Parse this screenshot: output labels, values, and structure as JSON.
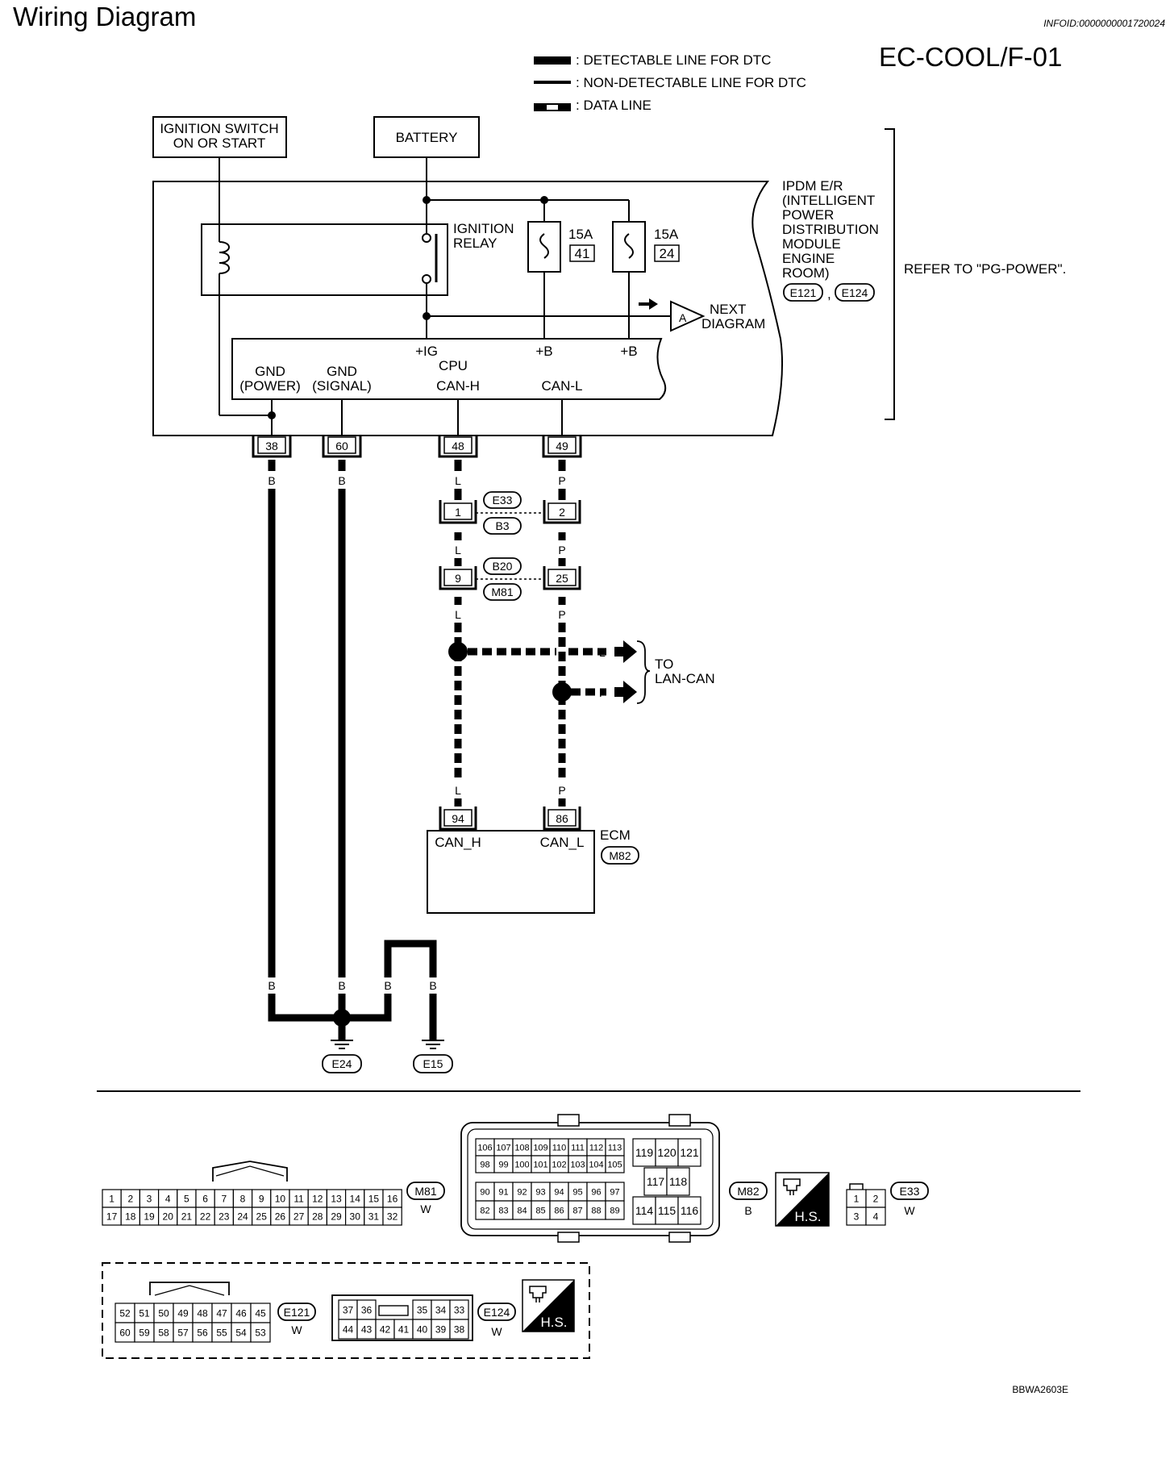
{
  "page": {
    "title": "Wiring Diagram",
    "info_id": "INFOID:0000000001720024",
    "diagram_code": "EC-COOL/F-01",
    "figure_code": "BBWA2603E"
  },
  "legend": [
    {
      "style": "thick",
      "label": ": DETECTABLE LINE FOR DTC"
    },
    {
      "style": "thin",
      "label": ": NON-DETECTABLE LINE FOR DTC"
    },
    {
      "style": "data",
      "label": ": DATA LINE"
    }
  ],
  "power": {
    "ignition_switch": [
      "IGNITION SWITCH",
      "ON OR START"
    ],
    "battery": "BATTERY"
  },
  "ipdm": {
    "name_lines": [
      "IPDM E/R",
      "(INTELLIGENT",
      "POWER",
      "DISTRIBUTION",
      "MODULE",
      "ENGINE",
      "ROOM)"
    ],
    "connectors": [
      "E121",
      "E124"
    ],
    "connector_sep": ",",
    "refer": "REFER TO \"PG-POWER\".",
    "relay_label": [
      "IGNITION",
      "RELAY"
    ],
    "fuses": [
      {
        "rating": "15A",
        "number": "41"
      },
      {
        "rating": "15A",
        "number": "24"
      }
    ],
    "next_diagram_marker": "A",
    "next_diagram_label": [
      "NEXT",
      "DIAGRAM"
    ],
    "cpu": {
      "title": "CPU",
      "inputs": [
        "+IG",
        "+B",
        "+B"
      ],
      "terminals": [
        {
          "label": [
            "GND",
            "(POWER)"
          ],
          "pin": "38",
          "wire": "B"
        },
        {
          "label": [
            "GND",
            "(SIGNAL)"
          ],
          "pin": "60",
          "wire": "B"
        },
        {
          "label": [
            "CAN-H"
          ],
          "pin": "48",
          "wire": "L"
        },
        {
          "label": [
            "CAN-L"
          ],
          "pin": "49",
          "wire": "P"
        }
      ]
    }
  },
  "harness": {
    "joint1": {
      "left_pin": "1",
      "right_pin": "2",
      "top_connector": "E33",
      "bottom_connector": "B3",
      "wire_colors": [
        "L",
        "P"
      ]
    },
    "joint2": {
      "left_pin": "9",
      "right_pin": "25",
      "top_connector": "B20",
      "bottom_connector": "M81",
      "wire_colors": [
        "L",
        "P"
      ]
    },
    "branch_colors": [
      "L",
      "P"
    ],
    "lan_can": [
      "TO",
      "LAN-CAN"
    ],
    "ecm_wire_colors": [
      "L",
      "P"
    ]
  },
  "ecm": {
    "name": "ECM",
    "connector": "M82",
    "pins": [
      {
        "pin": "94",
        "label": "CAN_H"
      },
      {
        "pin": "86",
        "label": "CAN_L"
      }
    ]
  },
  "ground": {
    "wire_colors": [
      "B",
      "B",
      "B",
      "B"
    ],
    "points": [
      "E24",
      "E15"
    ]
  },
  "connector_views": {
    "m81": {
      "id": "M81",
      "color": "W",
      "rows": [
        [
          "1",
          "2",
          "3",
          "4",
          "5",
          "6",
          "7",
          "8",
          "9",
          "10",
          "11",
          "12",
          "13",
          "14",
          "15",
          "16"
        ],
        [
          "17",
          "18",
          "19",
          "20",
          "21",
          "22",
          "23",
          "24",
          "25",
          "26",
          "27",
          "28",
          "29",
          "30",
          "31",
          "32"
        ]
      ]
    },
    "m82": {
      "id": "M82",
      "color": "B",
      "small_rows": [
        [
          "106",
          "107",
          "108",
          "109",
          "110",
          "111",
          "112",
          "113"
        ],
        [
          "98",
          "99",
          "100",
          "101",
          "102",
          "103",
          "104",
          "105"
        ],
        [
          "90",
          "91",
          "92",
          "93",
          "94",
          "95",
          "96",
          "97"
        ],
        [
          "82",
          "83",
          "84",
          "85",
          "86",
          "87",
          "88",
          "89"
        ]
      ],
      "big_rows": [
        [
          "119",
          "120",
          "121"
        ],
        [
          "117",
          "118"
        ],
        [
          "114",
          "115",
          "116"
        ]
      ]
    },
    "hs_label": "H.S.",
    "e33": {
      "id": "E33",
      "color": "W",
      "rows": [
        [
          "1",
          "2"
        ],
        [
          "3",
          "4"
        ]
      ]
    },
    "e121": {
      "id": "E121",
      "color": "W",
      "rows": [
        [
          "52",
          "51",
          "50",
          "49",
          "48",
          "47",
          "46",
          "45"
        ],
        [
          "60",
          "59",
          "58",
          "57",
          "56",
          "55",
          "54",
          "53"
        ]
      ]
    },
    "e124": {
      "id": "E124",
      "color": "W",
      "rows": [
        [
          "37",
          "36",
          "35",
          "34",
          "33"
        ],
        [
          "44",
          "43",
          "42",
          "41",
          "40",
          "39",
          "38"
        ]
      ]
    }
  }
}
